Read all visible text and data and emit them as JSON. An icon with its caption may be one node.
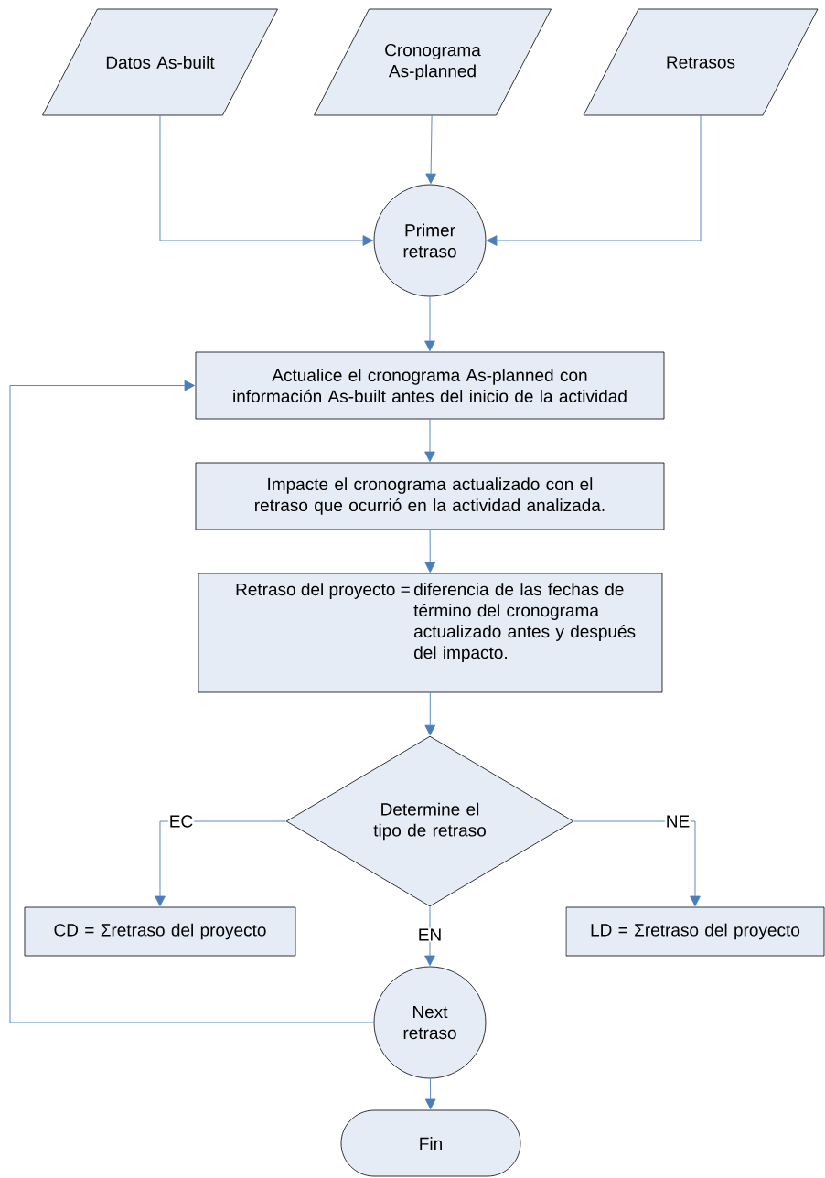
{
  "diagram": {
    "nodes": [
      {
        "text": [
          "Datos As-built"
        ]
      },
      {
        "text": [
          "Cronograma As-planned"
        ]
      },
      {
        "text": [
          "Retrasos"
        ]
      },
      {
        "text": [
          "Primer retraso"
        ]
      },
      {
        "text": [
          "Actualice el cronograma As-planned con información As-built antes del inicio de la actividad"
        ]
      },
      {
        "text": [
          "Impacte el cronograma actualizado con el retraso que ocurrió en la actividad analizada."
        ]
      },
      {
        "text": [
          "Retraso del proyecto =",
          "diferencia de las fechas de término del cronograma actualizado antes y después del impacto."
        ]
      },
      {
        "text": [
          "Determine el tipo de retraso"
        ]
      },
      {
        "text": [
          "CD = Σretraso del proyecto"
        ]
      },
      {
        "text": [
          "LD = Σretraso del proyecto"
        ]
      },
      {
        "text": [
          "Next retraso"
        ]
      },
      {
        "text": [
          "Fin"
        ]
      }
    ],
    "edges": [
      {
        "from": 0,
        "to": 3,
        "arrow": "to"
      },
      {
        "from": 1,
        "to": 3,
        "arrow": "to"
      },
      {
        "from": 2,
        "to": 3,
        "arrow": "to"
      },
      {
        "from": 3,
        "to": 4,
        "arrow": "to"
      },
      {
        "from": 4,
        "to": 5,
        "arrow": "to"
      },
      {
        "from": 5,
        "to": 6,
        "arrow": "to"
      },
      {
        "from": 6,
        "to": 7,
        "arrow": "to"
      },
      {
        "from": 7,
        "to": 8,
        "arrow": "to",
        "label": "EC"
      },
      {
        "from": 7,
        "to": 9,
        "arrow": "to",
        "label": "NE"
      },
      {
        "from": 7,
        "to": 10,
        "arrow": "to",
        "label": "EN"
      },
      {
        "from": 10,
        "to": 4,
        "arrow": "to"
      },
      {
        "from": 10,
        "to": 11,
        "arrow": "to"
      }
    ]
  }
}
